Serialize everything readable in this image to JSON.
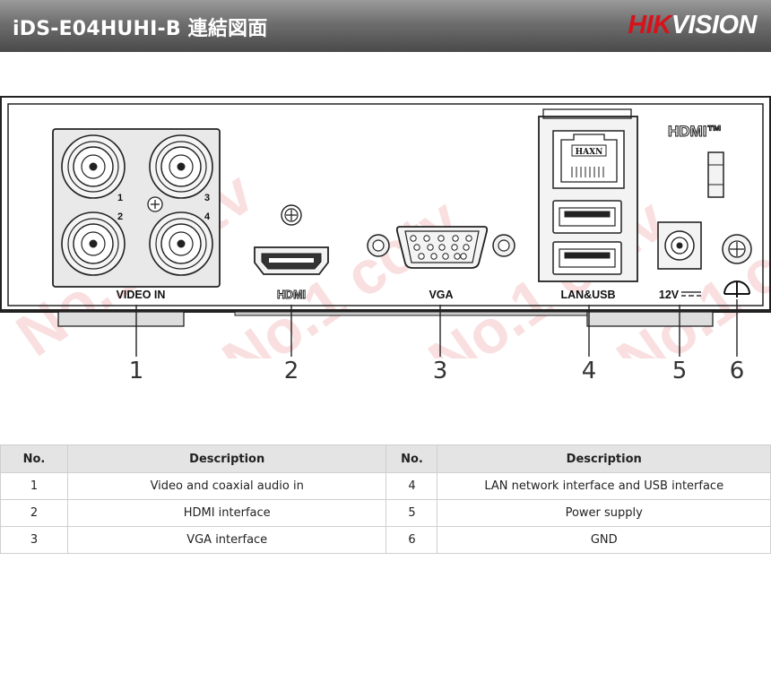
{
  "header": {
    "title": "iDS-E04HUHI-B 連結図面",
    "brand_part1": "HIK",
    "brand_part2": "VISION"
  },
  "panel": {
    "port_numbers": [
      "1",
      "2",
      "3",
      "4"
    ],
    "labels": {
      "video_in": "VIDEO IN",
      "hdmi": "HDMI",
      "vga": "VGA",
      "lan_usb": "LAN&USB",
      "power": "12V",
      "rj45_chip": "HAXN",
      "hdmi_logo": "HDMI™"
    }
  },
  "watermark": "No.1 cctv",
  "callouts": [
    "1",
    "2",
    "3",
    "4",
    "5",
    "6"
  ],
  "table": {
    "headers": [
      "No.",
      "Description",
      "No.",
      "Description"
    ],
    "rows": [
      [
        "1",
        "Video and coaxial audio in",
        "4",
        "LAN network interface and USB interface"
      ],
      [
        "2",
        "HDMI interface",
        "5",
        "Power supply"
      ],
      [
        "3",
        "VGA interface",
        "6",
        "GND"
      ]
    ]
  },
  "colors": {
    "brand_red": "#d7121b",
    "header_dark": "#4a4a4a",
    "table_header": "#e4e4e4"
  }
}
